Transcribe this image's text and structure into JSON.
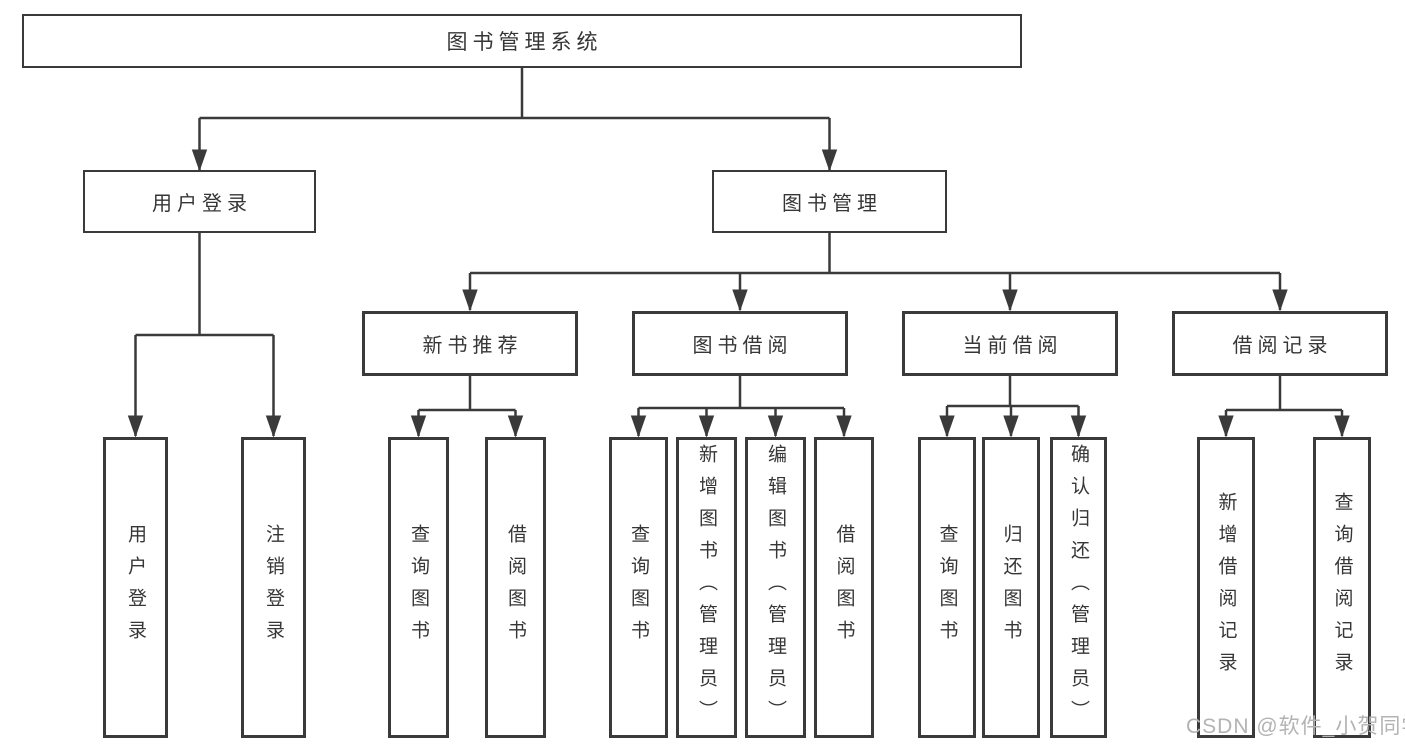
{
  "colors": {
    "line": "#3a3a3a",
    "text": "#363636",
    "watermark": "#b3b3b3",
    "background": "#ffffff"
  },
  "tree": {
    "root": {
      "label": "图书管理系统",
      "children": [
        {
          "label": "用户登录",
          "children": [
            {
              "label": "用户登录"
            },
            {
              "label": "注销登录"
            }
          ]
        },
        {
          "label": "图书管理",
          "children": [
            {
              "label": "新书推荐",
              "children": [
                {
                  "label": "查询图书"
                },
                {
                  "label": "借阅图书"
                }
              ]
            },
            {
              "label": "图书借阅",
              "children": [
                {
                  "label": "查询图书"
                },
                {
                  "label": "新增图书（管理员）"
                },
                {
                  "label": "编辑图书（管理员）"
                },
                {
                  "label": "借阅图书"
                }
              ]
            },
            {
              "label": "当前借阅",
              "children": [
                {
                  "label": "查询图书"
                },
                {
                  "label": "归还图书"
                },
                {
                  "label": "确认归还（管理员）"
                }
              ]
            },
            {
              "label": "借阅记录",
              "children": [
                {
                  "label": "新增借阅记录"
                },
                {
                  "label": "查询借阅记录"
                }
              ]
            }
          ]
        }
      ]
    }
  },
  "watermark": {
    "text": "CSDN @软件_小贺同学"
  }
}
